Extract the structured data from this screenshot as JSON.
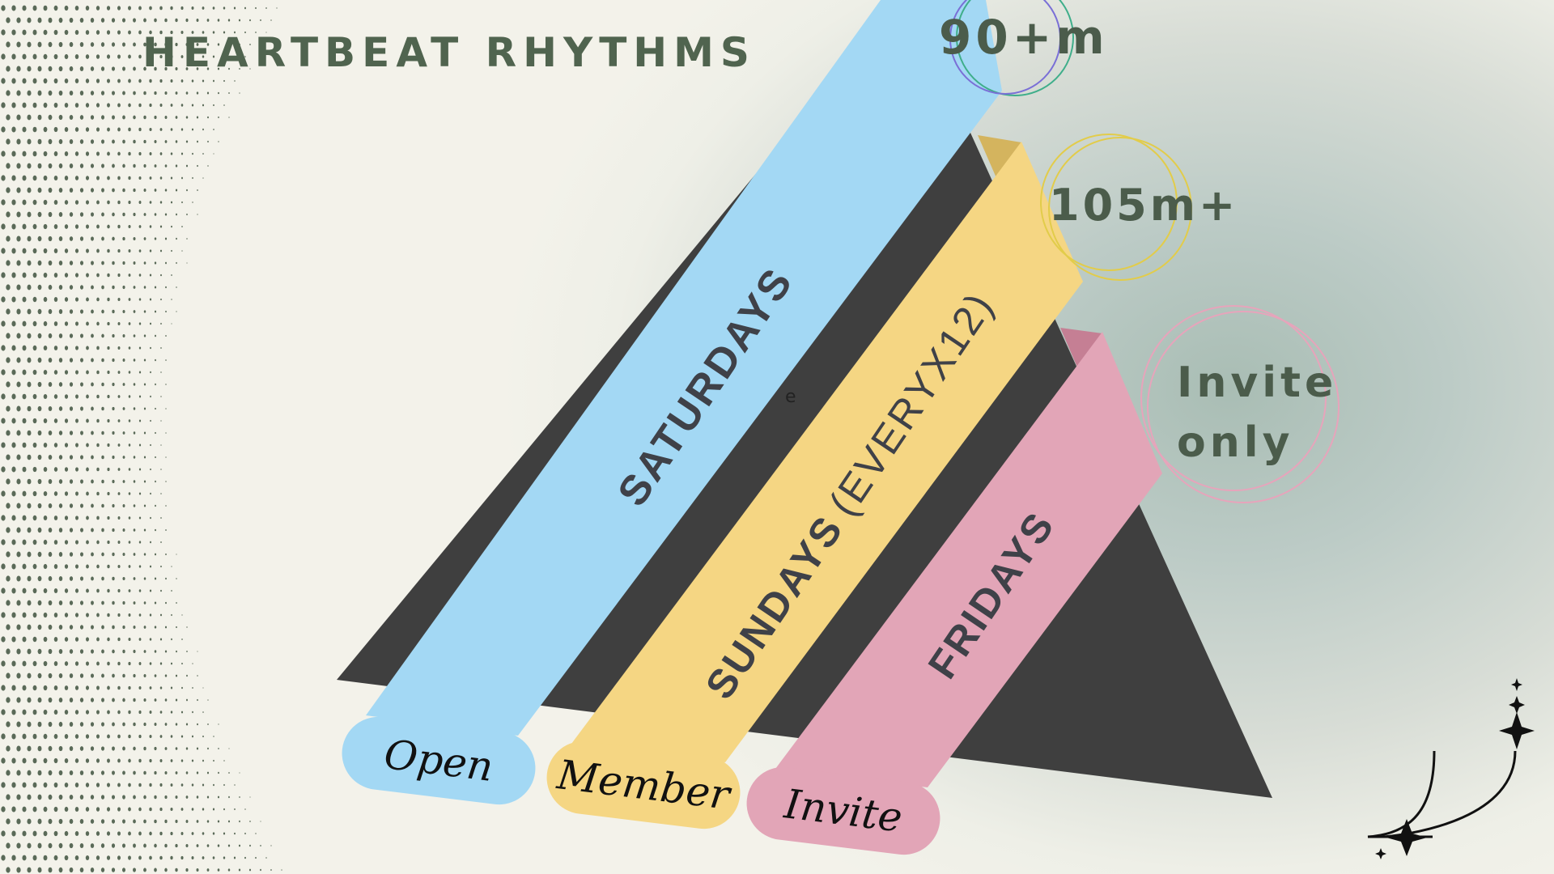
{
  "title": "HEARTBEAT RHYTHMS",
  "colors": {
    "title": "#50644f",
    "triangle": "#3f3f3f",
    "blue": "#a3d8f4",
    "yellow": "#f5d683",
    "pink": "#e2a5b7",
    "dots": "#5a6a58"
  },
  "ribbons": [
    {
      "label": "SATURDAYS",
      "color": "#a3d8f4"
    },
    {
      "label": "SUNDAYS",
      "suffix": "(EVERYX12)",
      "color": "#f5d683"
    },
    {
      "label": "FRIDAYS",
      "color": "#e2a5b7"
    }
  ],
  "tags": [
    {
      "label": "Open",
      "color": "#a3d8f4"
    },
    {
      "label": "Member",
      "color": "#f5d683"
    },
    {
      "label": "Invite",
      "color": "#e2a5b7"
    }
  ],
  "durations": [
    {
      "label": "90+m",
      "ring_color": "#7a6fd6",
      "ring_color_2": "#3fae8a"
    },
    {
      "label": "105m+",
      "ring_color": "#e2cc4a",
      "ring_color_2": "#e2cc4a"
    },
    {
      "line1": "Invite",
      "line2": "only",
      "ring_color": "#e7a4bb",
      "ring_color_2": "#e7a4bb"
    }
  ],
  "stray_text": "e",
  "icons": [
    "sparkle-star-icon",
    "dot-halftone-decoration"
  ]
}
